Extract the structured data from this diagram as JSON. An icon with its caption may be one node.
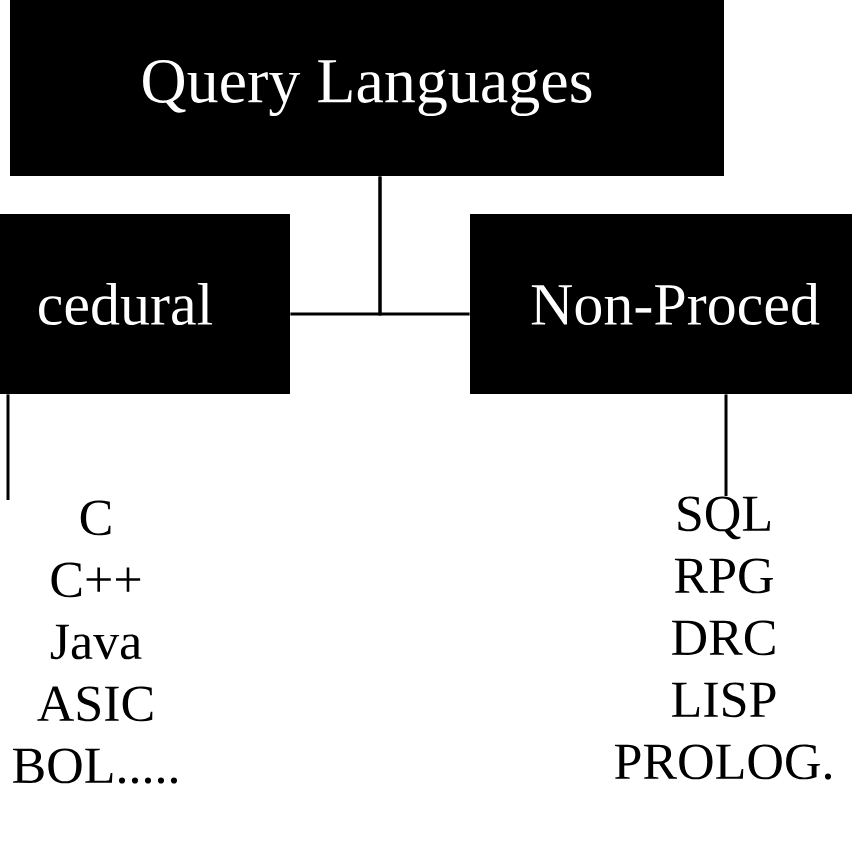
{
  "diagram": {
    "nodes": [
      {
        "text": [
          "Query Languages"
        ]
      },
      {
        "text": [
          "cedural"
        ]
      },
      {
        "text": [
          "Non-Proced"
        ]
      },
      {
        "text": [
          "C",
          "C++",
          "Java",
          "ASIC",
          "BOL....."
        ]
      },
      {
        "text": [
          "SQL",
          "RPG",
          "DRC",
          "LISP",
          "PROLOG."
        ]
      }
    ],
    "edges": [
      {
        "from": 0,
        "to": 1,
        "arrow": "none"
      },
      {
        "from": 0,
        "to": 2,
        "arrow": "none"
      },
      {
        "from": 1,
        "to": 3,
        "arrow": "none"
      },
      {
        "from": 2,
        "to": 4,
        "arrow": "none"
      }
    ]
  }
}
